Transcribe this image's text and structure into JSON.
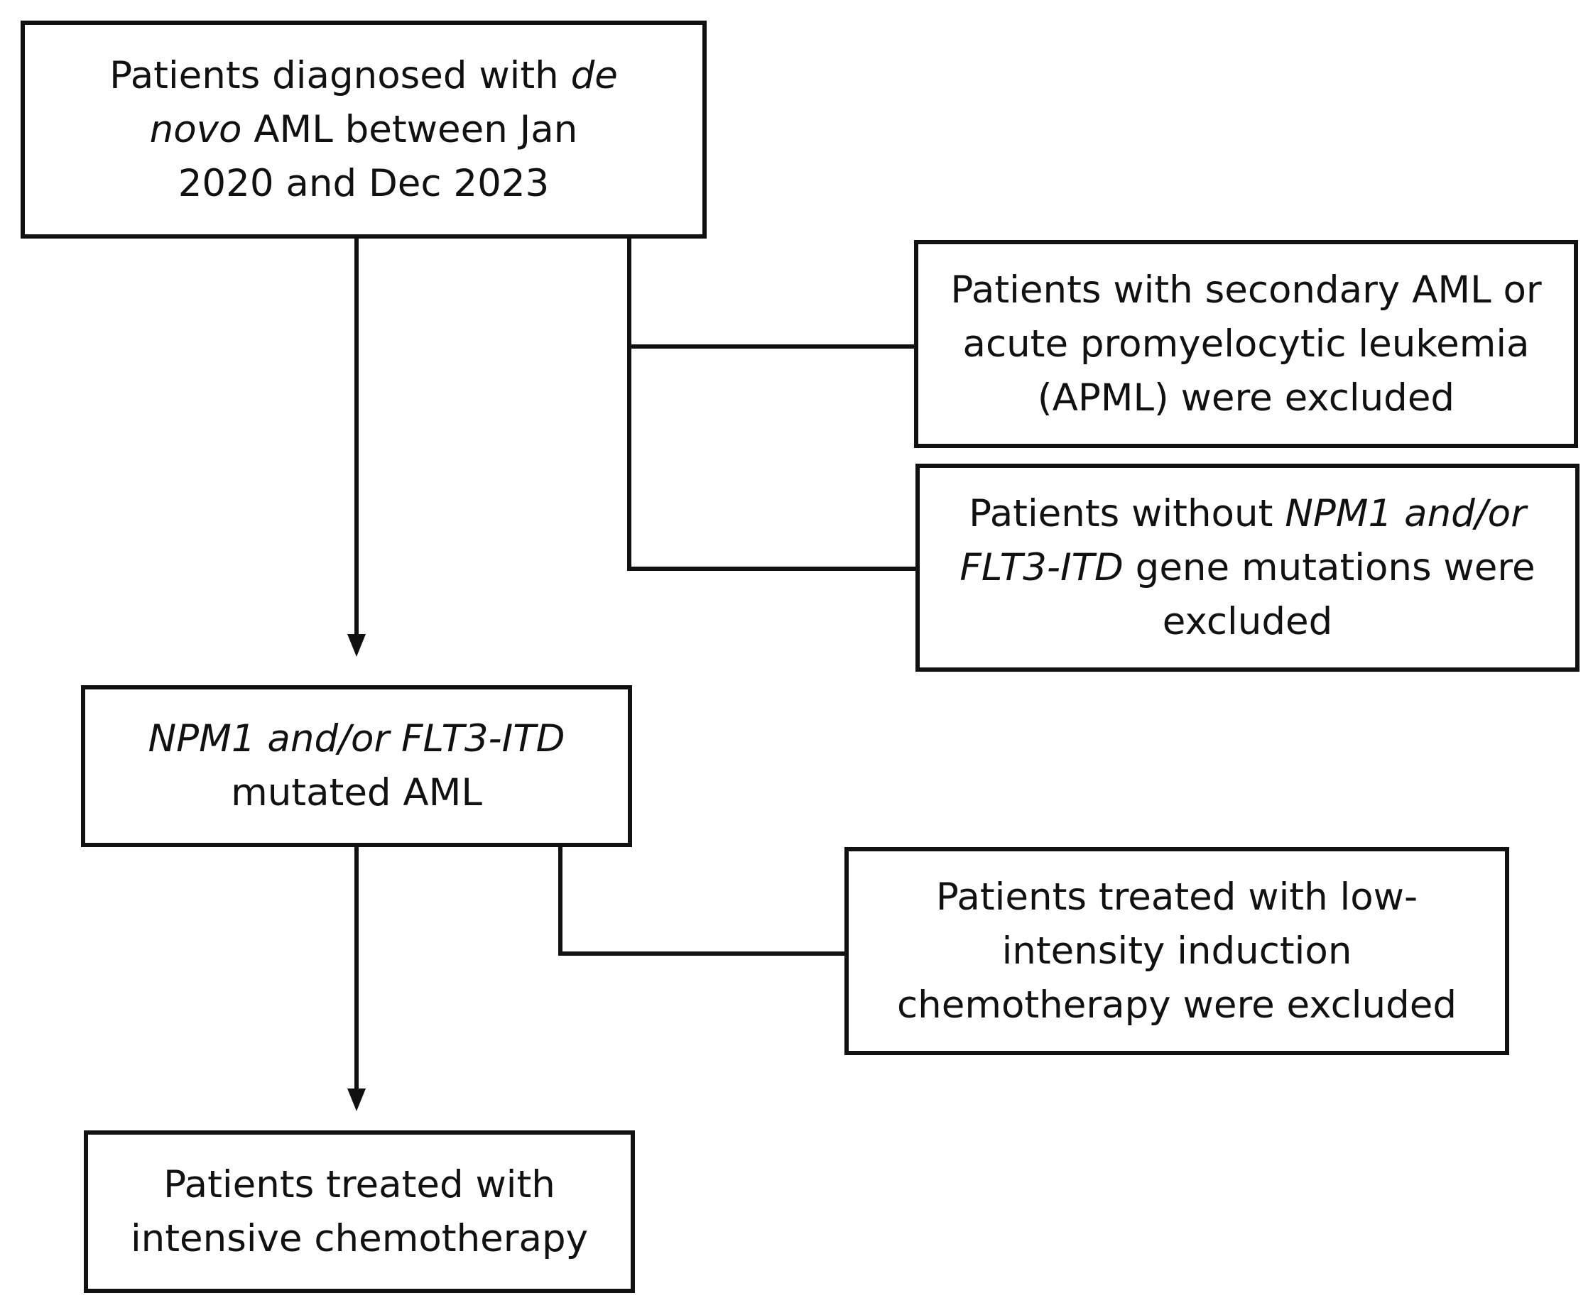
{
  "diagram": {
    "nodes": {
      "diagnosed": {
        "segments": [
          {
            "text": "Patients diagnosed with ",
            "italic": false
          },
          {
            "text": "de",
            "italic": true
          },
          {
            "text": "\n",
            "italic": false
          },
          {
            "text": "novo",
            "italic": true
          },
          {
            "text": " AML between Jan\n2020 and Dec 2023",
            "italic": false
          }
        ]
      },
      "excluded_secondary": {
        "segments": [
          {
            "text": "Patients with secondary AML or\nacute promyelocytic leukemia\n(APML) were excluded",
            "italic": false
          }
        ]
      },
      "excluded_no_mutation": {
        "segments": [
          {
            "text": "Patients without ",
            "italic": false
          },
          {
            "text": "NPM1 and/or",
            "italic": true
          },
          {
            "text": "\n",
            "italic": false
          },
          {
            "text": "FLT3-ITD",
            "italic": true
          },
          {
            "text": " gene mutations were\nexcluded",
            "italic": false
          }
        ]
      },
      "mutated": {
        "segments": [
          {
            "text": "NPM1 and/or FLT3-ITD",
            "italic": true
          },
          {
            "text": "\nmutated AML",
            "italic": false
          }
        ]
      },
      "excluded_low_intensity": {
        "segments": [
          {
            "text": "Patients treated with low-\nintensity induction\nchemotherapy were excluded",
            "italic": false
          }
        ]
      },
      "intensive": {
        "segments": [
          {
            "text": "Patients treated with\nintensive chemotherapy",
            "italic": false
          }
        ]
      }
    },
    "edges": [
      {
        "from": "diagnosed",
        "to": "mutated",
        "kind": "arrow"
      },
      {
        "from": "diagnosed",
        "to": "excluded_secondary",
        "kind": "line"
      },
      {
        "from": "diagnosed",
        "to": "excluded_no_mutation",
        "kind": "line"
      },
      {
        "from": "mutated",
        "to": "intensive",
        "kind": "arrow"
      },
      {
        "from": "mutated",
        "to": "excluded_low_intensity",
        "kind": "line"
      }
    ]
  }
}
